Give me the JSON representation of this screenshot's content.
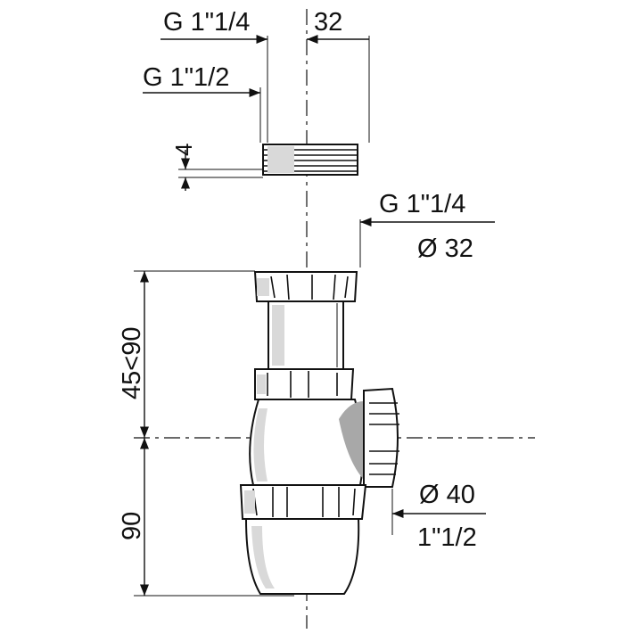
{
  "labels": {
    "top_thread_outer": "G 1\"1/4",
    "top_offset": "32",
    "top_thread_inner": "G 1\"1/2",
    "ring_height": "4",
    "inlet_thread": "G 1\"1/4",
    "inlet_diameter": "Ø 32",
    "upper_height": "45<90",
    "lower_height": "90",
    "outlet_diameter": "Ø 40",
    "outlet_thread": "1\"1/2"
  },
  "colors": {
    "line": "#111111",
    "shade_light": "#d9d9d9",
    "shade_dark": "#a8a8a8",
    "background": "#ffffff"
  }
}
